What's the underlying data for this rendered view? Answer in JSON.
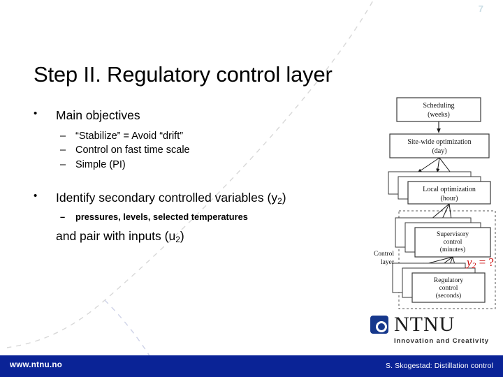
{
  "slide": {
    "page_number": "7",
    "title": "Step II. Regulatory control layer",
    "bullets": [
      {
        "text": "Main objectives",
        "marker": "•",
        "children": [
          {
            "marker": "–",
            "text": "“Stabilize” = Avoid “drift”"
          },
          {
            "marker": "–",
            "text": "Control on fast time scale"
          },
          {
            "marker": "–",
            "text": "Simple (PI)"
          }
        ]
      },
      {
        "text_pre": "Identify secondary controlled variables (y",
        "text_sub": "2",
        "text_post": ")",
        "marker": "•",
        "children": [
          {
            "marker": "–",
            "text": "pressures, levels, selected temperatures"
          }
        ],
        "trailing_pre": "and pair with inputs (u",
        "trailing_sub": "2",
        "trailing_post": ")"
      }
    ],
    "annotation": {
      "variable": "y",
      "subscript": "2",
      "operator": "=",
      "value": "?",
      "color": "#cc1111"
    },
    "figure": {
      "side_label_line1": "Control",
      "side_label_line2": "layer",
      "boxes": [
        {
          "name": "scheduling",
          "line1": "Scheduling",
          "line2": "(weeks)"
        },
        {
          "name": "site-wide-optimization",
          "line1": "Site-wide optimization",
          "line2": "(day)"
        },
        {
          "name": "local-optimization",
          "line1": "Local optimization",
          "line2": "(hour)"
        },
        {
          "name": "supervisory-control",
          "line1": "Supervisory",
          "line2": "control",
          "line3": "(minutes)"
        },
        {
          "name": "regulatory-control",
          "line1": "Regulatory",
          "line2": "control",
          "line3": "(seconds)"
        }
      ]
    },
    "logo": {
      "wordmark": "NTNU",
      "tagline": "Innovation and Creativity",
      "mark_color": "#16388c"
    },
    "footer": {
      "left": "www.ntnu.no",
      "right": "S. Skogestad: Distillation control",
      "bar_color": "#0a2396"
    }
  }
}
